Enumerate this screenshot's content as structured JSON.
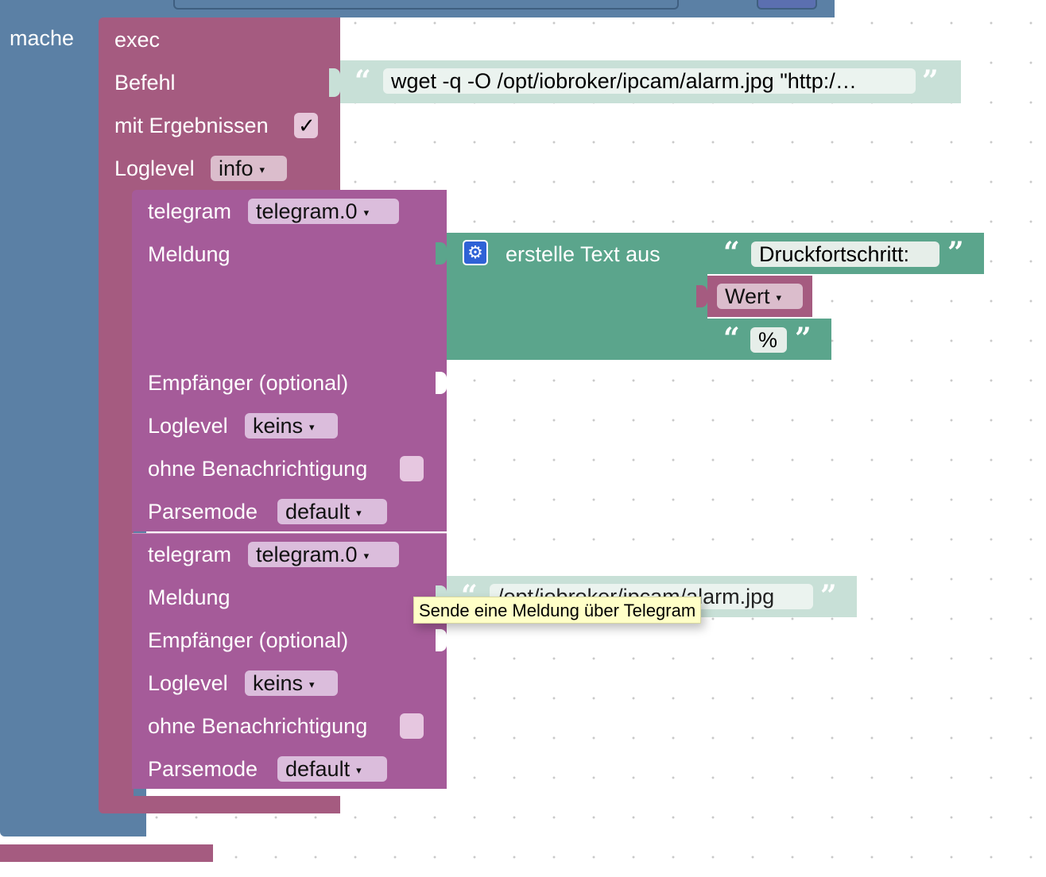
{
  "blocks": {
    "mache_label": "mache",
    "exec": {
      "title": "exec",
      "befehl_label": "Befehl",
      "befehl_value": "wget -q -O /opt/iobroker/ipcam/alarm.jpg \"http:/…",
      "ergebnisse_label": "mit Ergebnissen",
      "ergebnisse_checked": "✓",
      "loglevel_label": "Loglevel",
      "loglevel_value": "info"
    },
    "telegram1": {
      "title": "telegram",
      "instance": "telegram.0",
      "meldung_label": "Meldung",
      "empfaenger_label": "Empfänger (optional)",
      "loglevel_label": "Loglevel",
      "loglevel_value": "keins",
      "ohne_label": "ohne Benachrichtigung",
      "parsemode_label": "Parsemode",
      "parsemode_value": "default"
    },
    "text_join": {
      "label": "erstelle Text aus",
      "part1": "Druckfortschritt:",
      "part2_var": "Wert",
      "part3": "%"
    },
    "telegram2": {
      "title": "telegram",
      "instance": "telegram.0",
      "meldung_label": "Meldung",
      "meldung_value": "/opt/iobroker/ipcam/alarm.jpg",
      "empfaenger_label": "Empfänger (optional)",
      "loglevel_label": "Loglevel",
      "loglevel_value": "keins",
      "ohne_label": "ohne Benachrichtigung",
      "parsemode_label": "Parsemode",
      "parsemode_value": "default"
    }
  },
  "tooltip": "Sende eine Meldung über Telegram",
  "glyphs": {
    "open_quote": "“",
    "close_quote": "”",
    "dropdown_arrow": "▾"
  },
  "colors": {
    "logic_blue": "#5b80a5",
    "exec_pink": "#a55b80",
    "telegram_purple": "#a55b99",
    "text_green": "#5ba58c",
    "text_light": "#c8e0d7",
    "tooltip_bg": "#ffffc7"
  },
  "icons": {
    "gear": "gear-icon"
  }
}
